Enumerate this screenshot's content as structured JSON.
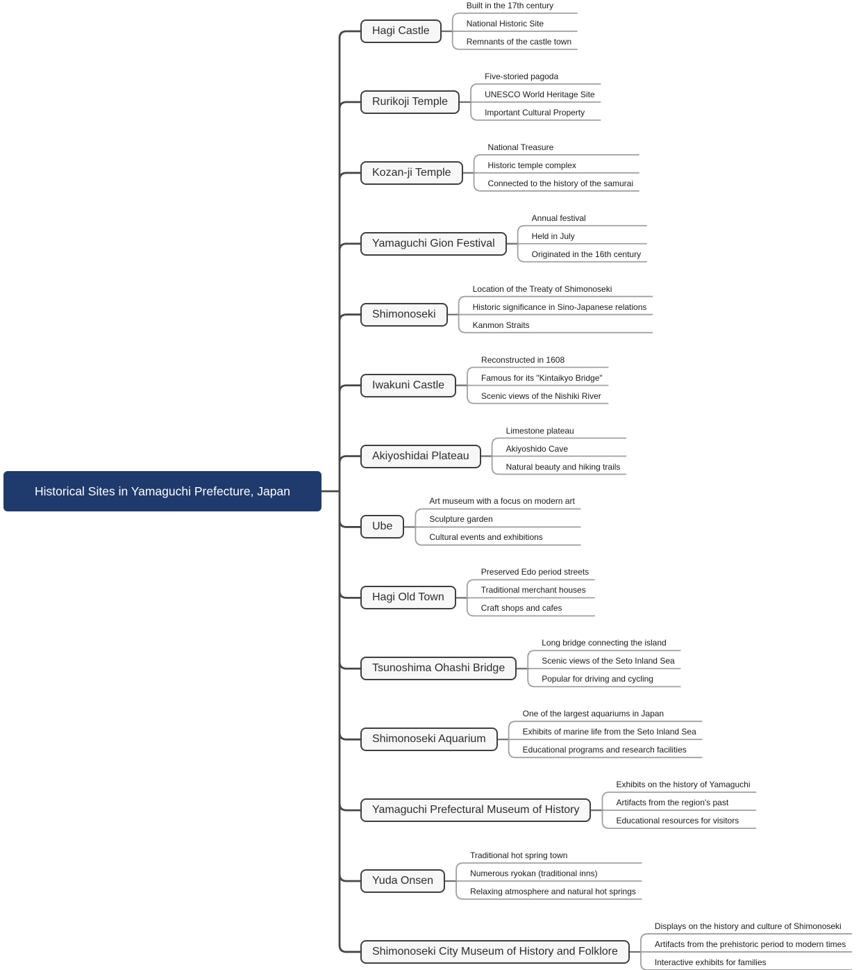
{
  "root": {
    "label": "Historical Sites in Yamaguchi Prefecture, Japan"
  },
  "branches": [
    {
      "label": "Hagi Castle",
      "details": [
        "Built in the 17th century",
        "National Historic Site",
        "Remnants of the castle town"
      ]
    },
    {
      "label": "Rurikoji Temple",
      "details": [
        "Five-storied pagoda",
        "UNESCO World Heritage Site",
        "Important Cultural Property"
      ]
    },
    {
      "label": "Kozan-ji Temple",
      "details": [
        "National Treasure",
        "Historic temple complex",
        "Connected to the history of the samurai"
      ]
    },
    {
      "label": "Yamaguchi Gion Festival",
      "details": [
        "Annual festival",
        "Held in July",
        "Originated in the 16th century"
      ]
    },
    {
      "label": "Shimonoseki",
      "details": [
        "Location of the Treaty of Shimonoseki",
        "Historic significance in Sino-Japanese relations",
        "Kanmon Straits"
      ]
    },
    {
      "label": "Iwakuni Castle",
      "details": [
        "Reconstructed in 1608",
        "Famous for its \"Kintaikyo Bridge\"",
        "Scenic views of the Nishiki River"
      ]
    },
    {
      "label": "Akiyoshidai Plateau",
      "details": [
        "Limestone plateau",
        "Akiyoshido Cave",
        "Natural beauty and hiking trails"
      ]
    },
    {
      "label": "Ube",
      "details": [
        "Art museum with a focus on modern art",
        "Sculpture garden",
        "Cultural events and exhibitions"
      ]
    },
    {
      "label": "Hagi Old Town",
      "details": [
        "Preserved Edo period streets",
        "Traditional merchant houses",
        "Craft shops and cafes"
      ]
    },
    {
      "label": "Tsunoshima Ohashi Bridge",
      "details": [
        "Long bridge connecting the island",
        "Scenic views of the Seto Inland Sea",
        "Popular for driving and cycling"
      ]
    },
    {
      "label": "Shimonoseki Aquarium",
      "details": [
        "One of the largest aquariums in Japan",
        "Exhibits of marine life from the Seto Inland Sea",
        "Educational programs and research facilities"
      ]
    },
    {
      "label": "Yamaguchi Prefectural Museum of History",
      "details": [
        "Exhibits on the history of Yamaguchi",
        "Artifacts from the region's past",
        "Educational resources for visitors"
      ]
    },
    {
      "label": "Yuda Onsen",
      "details": [
        "Traditional hot spring town",
        "Numerous ryokan (traditional inns)",
        "Relaxing atmosphere and natural hot springs"
      ]
    },
    {
      "label": "Shimonoseki City Museum of History and Folklore",
      "details": [
        "Displays on the history and culture of Shimonoseki",
        "Artifacts from the prehistoric period to modern times",
        "Interactive exhibits for families"
      ]
    }
  ],
  "colors": {
    "root_bg": "#1f3a6c",
    "root_text": "#ffffff",
    "node_bg": "#f7f7f7",
    "node_border": "#3f3f3f",
    "node_text": "#2d2d2d",
    "branch_line": "#474747",
    "stub_line": "#6e6e6e",
    "leaf_line": "#a0a0a0"
  }
}
